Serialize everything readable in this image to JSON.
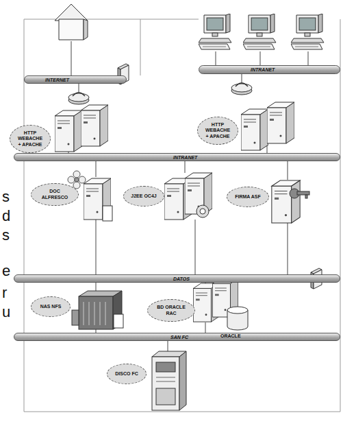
{
  "diagram": {
    "nodes": [
      {
        "text": [
          "INTERNET"
        ]
      },
      {
        "text": [
          "INTRANET"
        ]
      },
      {
        "text": [
          "HTTP WEBACHE + APACHE"
        ]
      },
      {
        "text": [
          "HTTP WEBACHE + APACHE"
        ]
      },
      {
        "text": [
          "INTRANET"
        ]
      },
      {
        "text": [
          "DOC ALFRESCO"
        ]
      },
      {
        "text": [
          "J2EE OC4J"
        ]
      },
      {
        "text": [
          "FIRMA ASF"
        ]
      },
      {
        "text": [
          "DATOS"
        ]
      },
      {
        "text": [
          "NAS NFS"
        ]
      },
      {
        "text": [
          "BD ORACLE RAC"
        ]
      },
      {
        "text": [
          "SAN FC"
        ]
      },
      {
        "text": [
          "DISCO FC"
        ]
      }
    ],
    "labels": [
      "ORACLE",
      "s",
      "d",
      "s",
      "e",
      "r",
      "u"
    ]
  }
}
